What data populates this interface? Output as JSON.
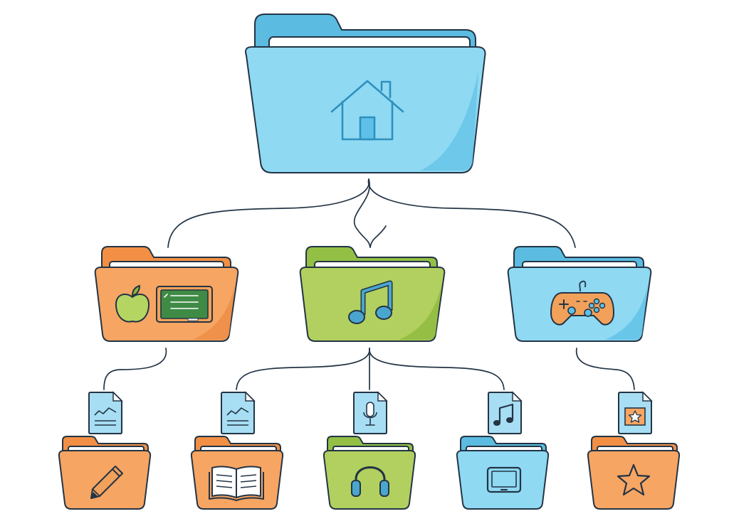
{
  "diagram": {
    "type": "folder-hierarchy",
    "colors": {
      "line": "#233445",
      "blue": "#8fd9f3",
      "blue_dark": "#5ec0e6",
      "blue_back": "#5bbbe0",
      "orange": "#f6a563",
      "orange_dark": "#ee8c43",
      "orange_back": "#f28f45",
      "green": "#b1d05f",
      "green_dark": "#8fba3d",
      "green_back": "#93bf44",
      "paper": "#ffffff",
      "doc": "#a7def3",
      "icon_blue": "#4aa6cf",
      "chalkboard": "#3f8b45"
    },
    "nodes": [
      {
        "id": "home",
        "level": 0,
        "color": "blue",
        "icon": "house-icon"
      },
      {
        "id": "school",
        "level": 1,
        "color": "orange",
        "icon": "apple-chalkboard-icon",
        "parent": "home"
      },
      {
        "id": "music",
        "level": 1,
        "color": "green",
        "icon": "music-note-icon",
        "parent": "home"
      },
      {
        "id": "games",
        "level": 1,
        "color": "blue",
        "icon": "gamepad-icon",
        "parent": "home"
      },
      {
        "id": "writing",
        "level": 2,
        "color": "orange",
        "icon": "pencil-icon",
        "doc_icon": "chart-document-icon",
        "parent": "school"
      },
      {
        "id": "reading",
        "level": 2,
        "color": "orange",
        "icon": "open-book-icon",
        "doc_icon": "chart-document-icon",
        "parent": "music"
      },
      {
        "id": "audio",
        "level": 2,
        "color": "green",
        "icon": "headphones-icon",
        "doc_icon": "microphone-document-icon",
        "parent": "music"
      },
      {
        "id": "video",
        "level": 2,
        "color": "blue",
        "icon": "tablet-icon",
        "doc_icon": "music-document-icon",
        "parent": "music"
      },
      {
        "id": "favorites",
        "level": 2,
        "color": "orange",
        "icon": "star-icon",
        "doc_icon": "star-document-icon",
        "parent": "games"
      }
    ]
  }
}
